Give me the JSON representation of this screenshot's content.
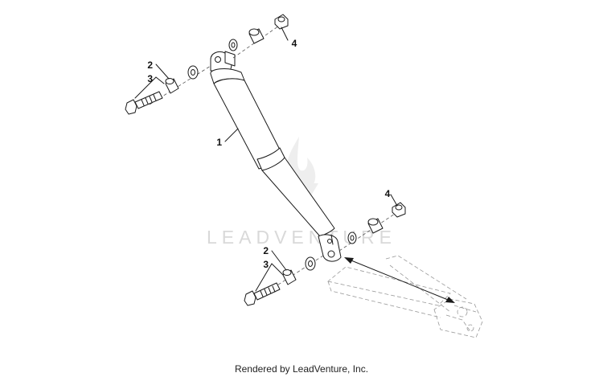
{
  "diagram": {
    "callouts": [
      {
        "id": "callout-upper-2",
        "label": "2"
      },
      {
        "id": "callout-upper-3",
        "label": "3"
      },
      {
        "id": "callout-1",
        "label": "1"
      },
      {
        "id": "callout-upper-4",
        "label": "4"
      },
      {
        "id": "callout-lower-4",
        "label": "4"
      },
      {
        "id": "callout-lower-2",
        "label": "2"
      },
      {
        "id": "callout-lower-3",
        "label": "3"
      }
    ]
  },
  "watermark": {
    "text": "LEADVENTURE"
  },
  "footer": {
    "text": "Rendered by LeadVenture, Inc."
  }
}
